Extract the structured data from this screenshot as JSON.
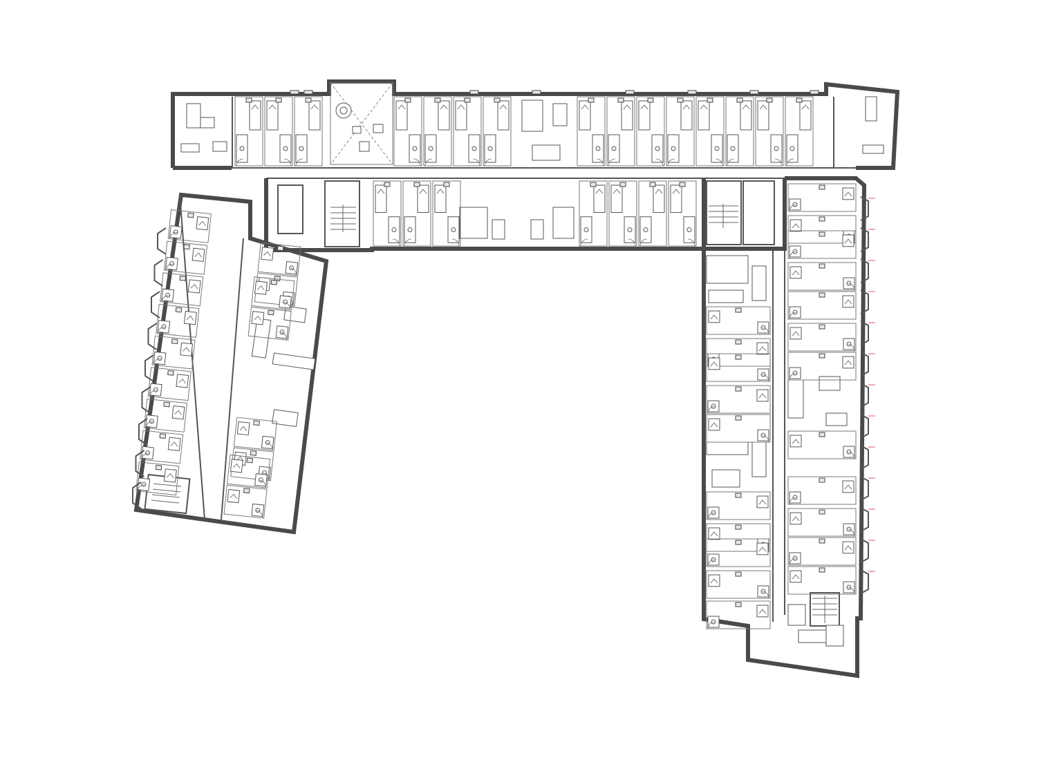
{
  "drawing": {
    "type": "architectural floor plan",
    "colors": {
      "background": "#ffffff",
      "walls": "#4a4a4a",
      "fixtures": "#555555",
      "window_marks": "#e05a5a"
    }
  },
  "wings": [
    {
      "name": "north",
      "room_modules": 20
    },
    {
      "name": "west",
      "room_modules": 18
    },
    {
      "name": "east",
      "room_modules": 26
    }
  ],
  "icons": [
    "stair-icon",
    "round-table-icon",
    "bed-icon",
    "bathroom-icon",
    "kitchen-icon",
    "door-swing-icon"
  ]
}
